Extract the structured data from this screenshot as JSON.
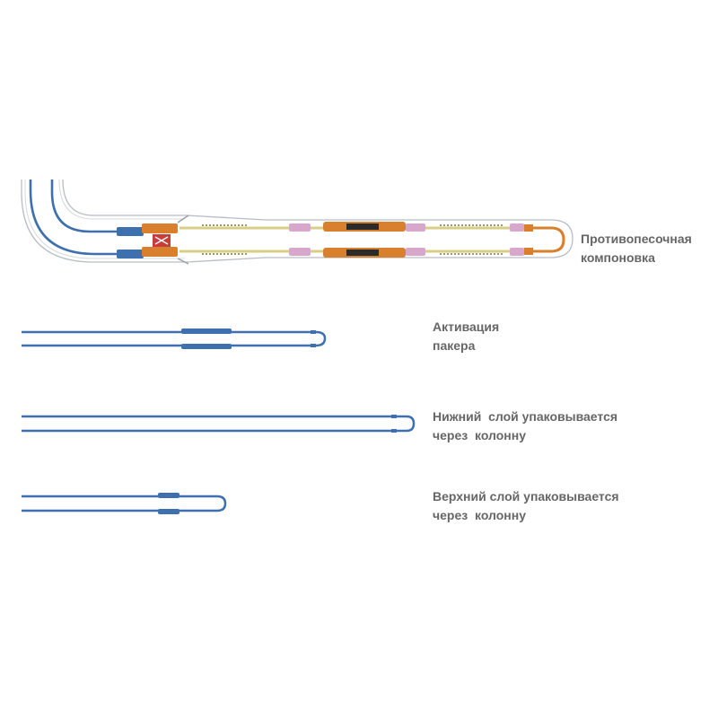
{
  "colors": {
    "pipe_blue": "#3e6fae",
    "pipe_fill": "#ffffff",
    "casing_gray": "#b8bcc4",
    "component_orange": "#d8802e",
    "screen_yellow": "#d7cf86",
    "seal_pink": "#d7a7cc",
    "packer_black": "#2b2b2b",
    "valve_red": "#c83c3c",
    "label_gray": "#666666"
  },
  "labels": [
    {
      "line1": "Противопесочная",
      "line2": "компоновка"
    },
    {
      "line1": "Активация",
      "line2": "пакера"
    },
    {
      "line1": "Нижний  слой упаковывается",
      "line2": "через  колонну"
    },
    {
      "line1": "Верхний слой упаковывается",
      "line2": "через  колонну"
    }
  ]
}
